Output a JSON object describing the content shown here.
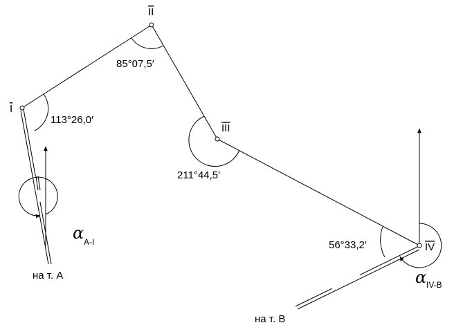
{
  "points": {
    "p1": "I",
    "p2": "II",
    "p3": "III",
    "p4": "IV"
  },
  "angles": {
    "a1": "113°26,0′",
    "a2": "85°07,5′",
    "a3": "211°44,5′",
    "a4": "56°33,2′"
  },
  "directions": {
    "alpha_symbol": "α",
    "alpha_a_sub": "A-I",
    "alpha_b_sub": "IV-B"
  },
  "captions": {
    "to_a": "на т. А",
    "to_b": "на т. В"
  },
  "colors": {
    "ink": "#000000",
    "background": "#ffffff"
  }
}
